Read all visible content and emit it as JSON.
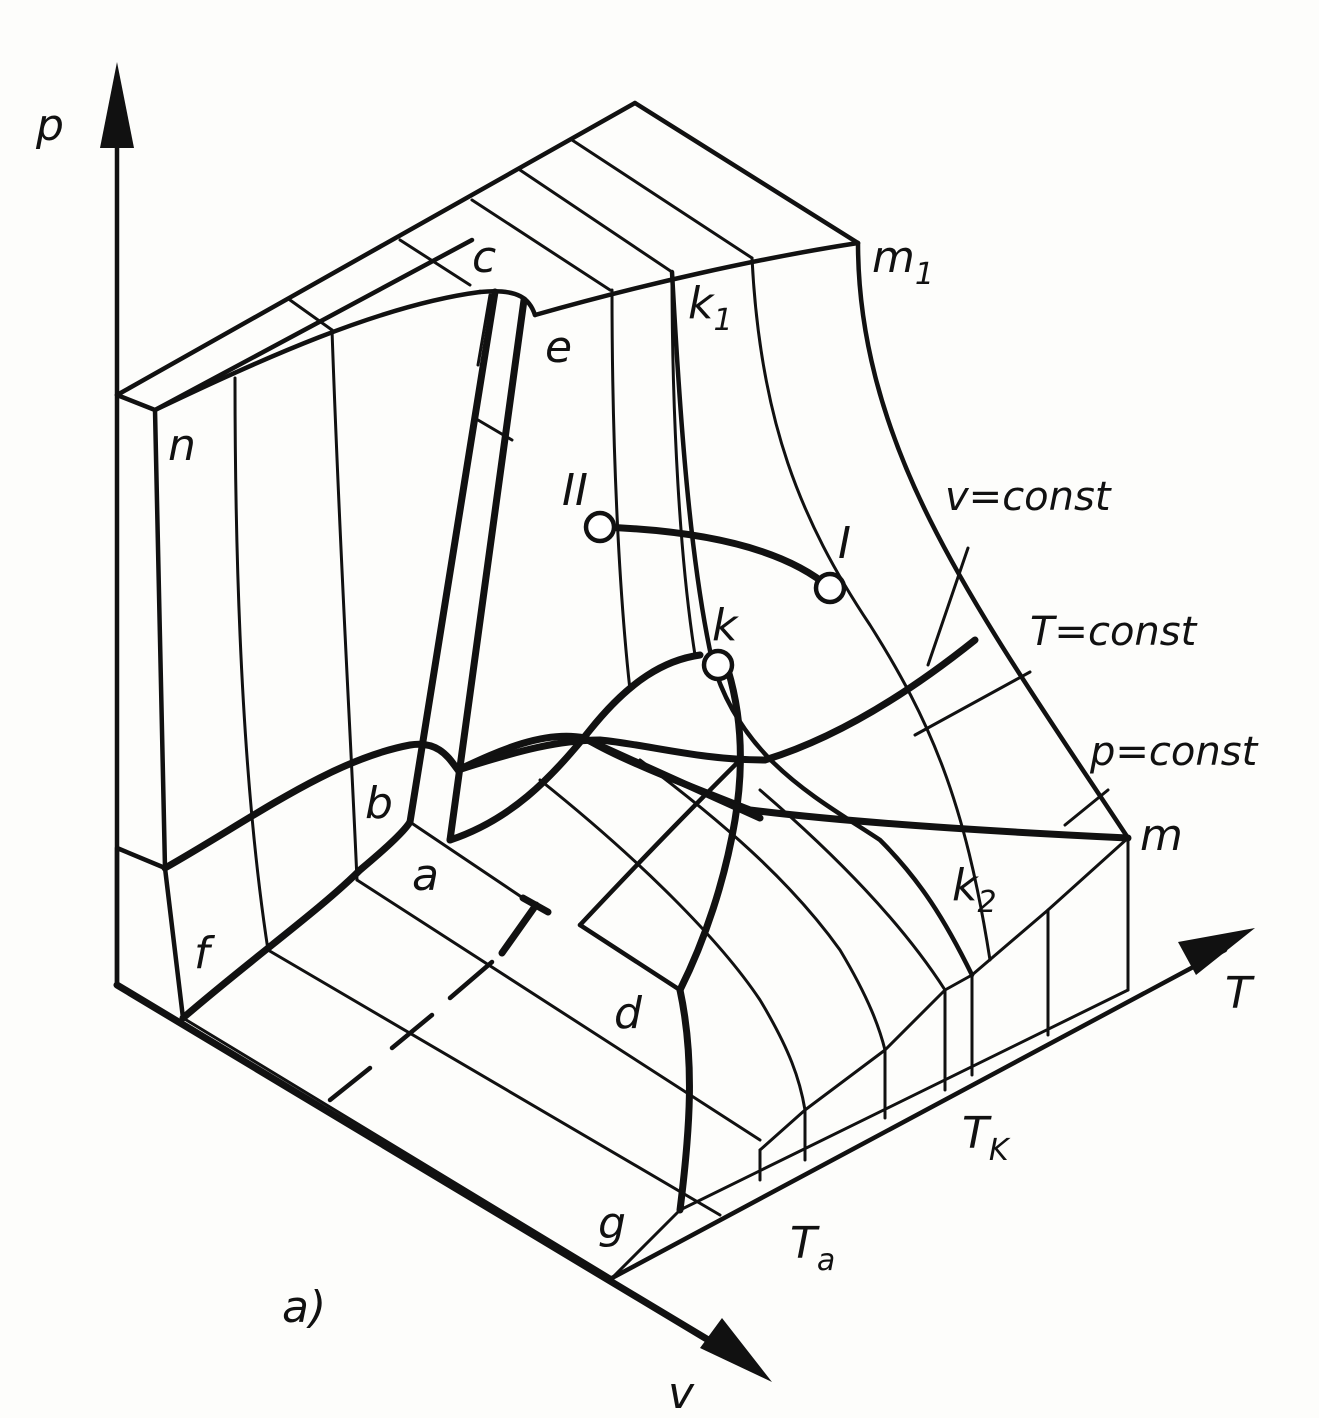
{
  "axes": {
    "p": "p",
    "v": "v",
    "T": "T"
  },
  "points": {
    "n": "n",
    "c": "c",
    "e": "e",
    "k1": "k",
    "k1_sub": "1",
    "m1": "m",
    "m1_sub": "1",
    "II": "II",
    "I": "I",
    "k": "k",
    "b": "b",
    "a": "a",
    "m": "m",
    "f": "f",
    "d": "d",
    "k2": "k",
    "k2_sub": "2",
    "g": "g"
  },
  "annotations": {
    "v_const": "v=const",
    "T_const": "T=const",
    "p_const": "p=const"
  },
  "ticks": {
    "Tk": "T",
    "Tk_sub": "K",
    "Ta": "T",
    "Ta_sub": "a"
  },
  "caption": "a)"
}
